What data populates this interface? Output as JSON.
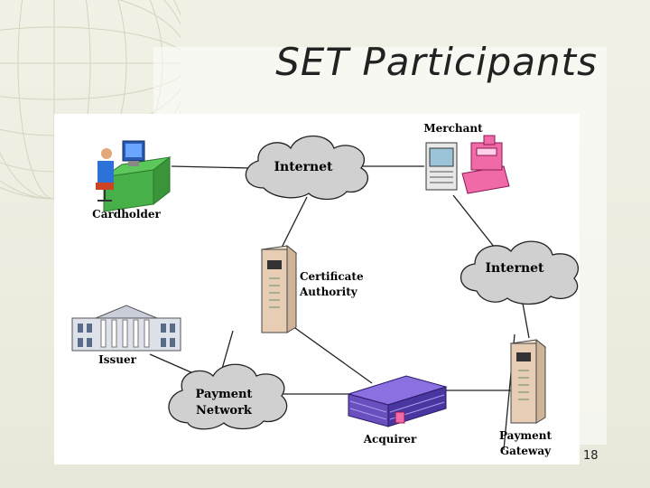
{
  "slide": {
    "title": "SET Participants",
    "page_number": "18"
  },
  "diagram": {
    "nodes": {
      "cardholder": "Cardholder",
      "merchant": "Merchant",
      "internet_top": "Internet",
      "internet_right": "Internet",
      "certificate_authority_line1": "Certificate",
      "certificate_authority_line2": "Authority",
      "issuer": "Issuer",
      "payment_network_line1": "Payment",
      "payment_network_line2": "Network",
      "acquirer": "Acquirer",
      "payment_gateway_line1": "Payment",
      "payment_gateway_line2": "Gateway"
    },
    "colors": {
      "cloud": "#d0d0d0",
      "desk": "#5cc85c",
      "register": "#f06aa8",
      "building": "#6a4fbf",
      "server": "#e6cdb3"
    }
  }
}
